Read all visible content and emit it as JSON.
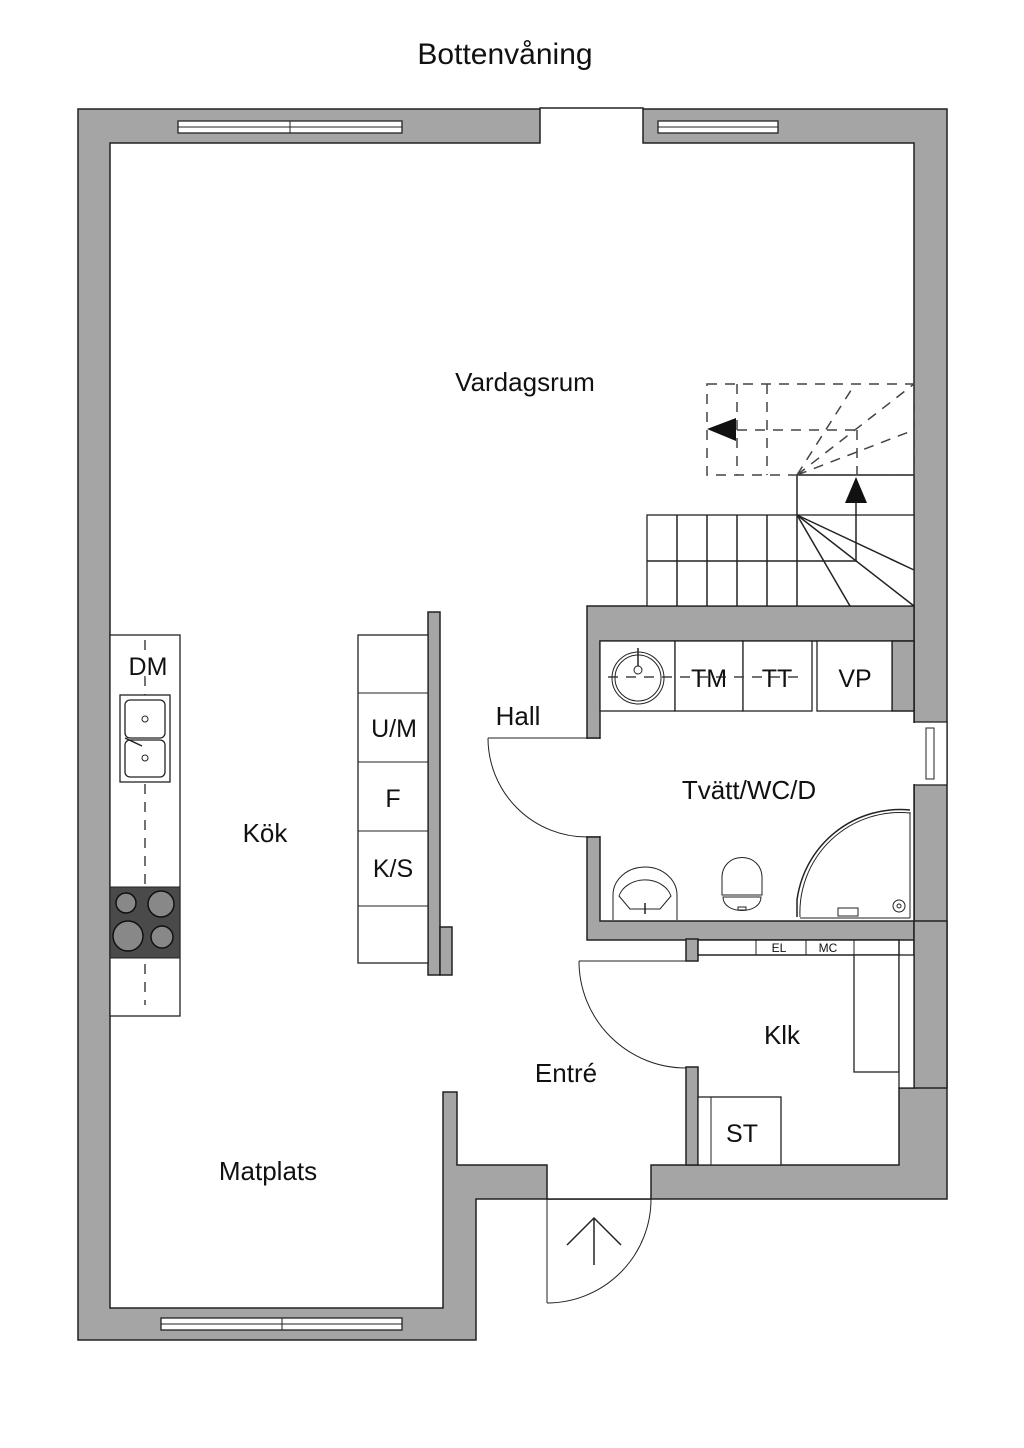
{
  "title": "Bottenvåning",
  "rooms": {
    "living": "Vardagsrum",
    "hall": "Hall",
    "laundry": "Tvätt/WC/D",
    "kitchen": "Kök",
    "entrance": "Entré",
    "closet": "Klk",
    "dining": "Matplats"
  },
  "fixtures": {
    "dishwasher": "DM",
    "oven_micro": "U/M",
    "freezer": "F",
    "fridge_freezer": "K/S",
    "washer": "TM",
    "dryer": "TT",
    "heat_pump": "VP",
    "electrical": "EL",
    "media_central": "MC",
    "storage": "ST"
  },
  "colors": {
    "wall": "#a5a5a5",
    "hob": "#4a4a4a"
  }
}
